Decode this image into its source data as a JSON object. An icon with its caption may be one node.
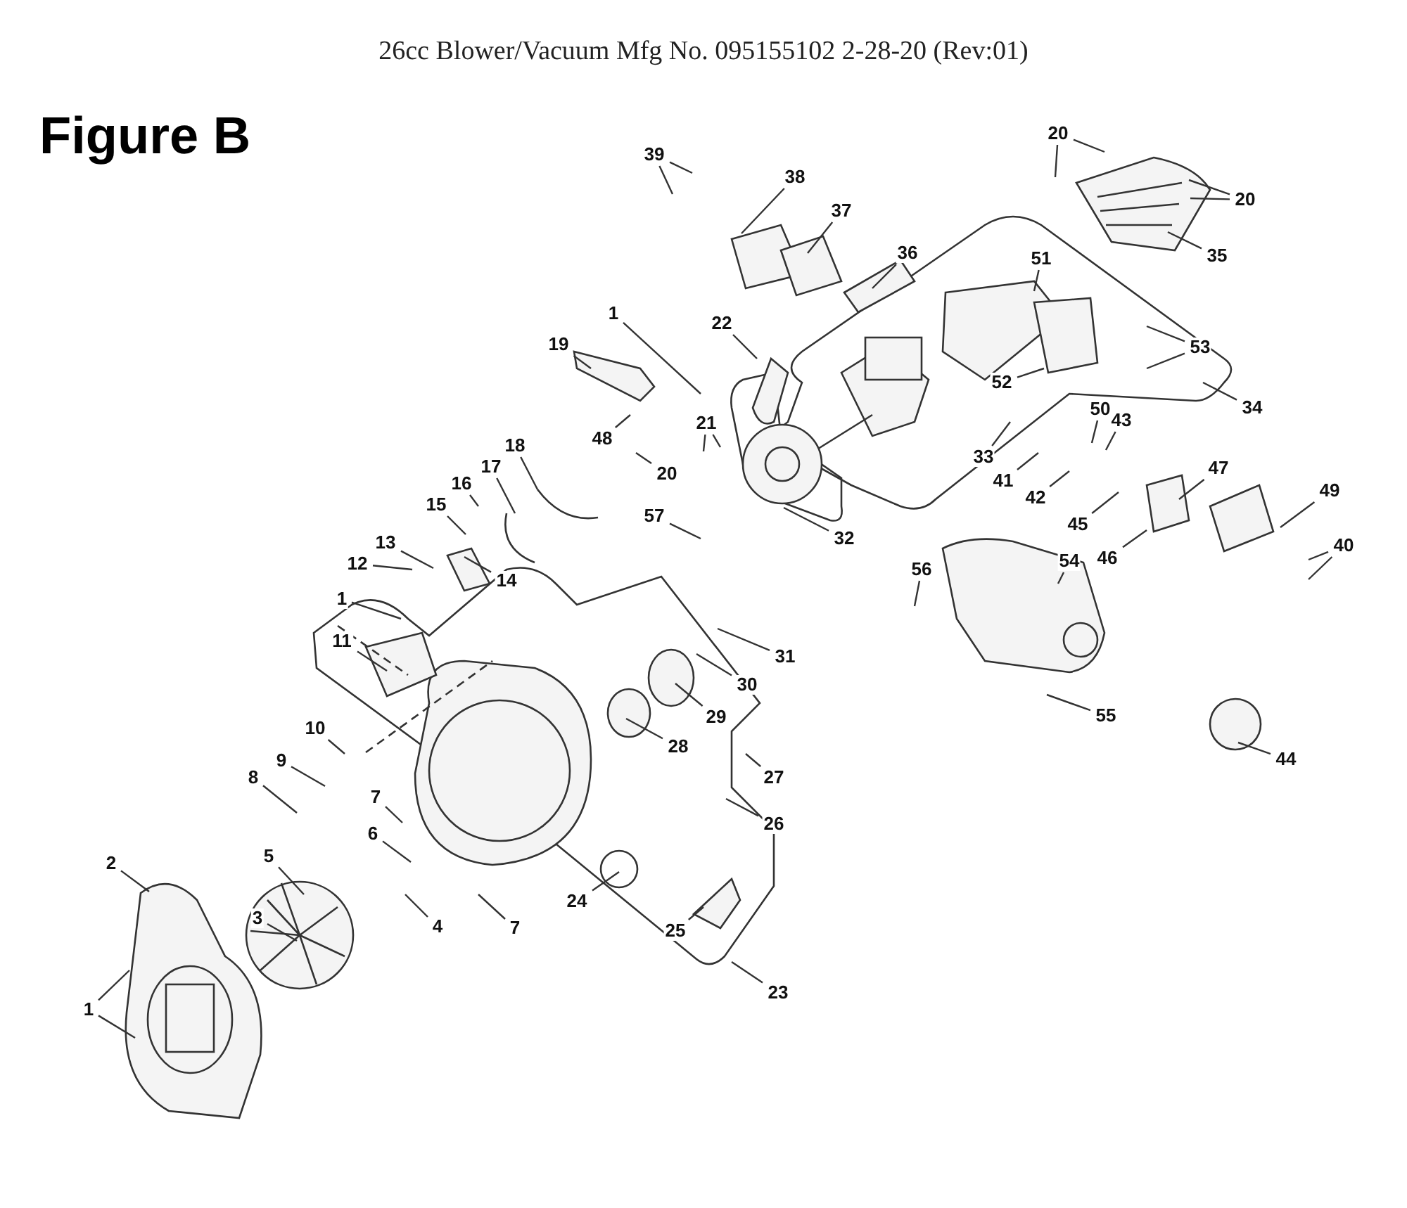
{
  "diagram": {
    "title": "26cc Blower/Vacuum Mfg No. 095155102 2-28-20 (Rev:01)",
    "nodes": [
      {
        "text": [
          "39"
        ]
      },
      {
        "text": [
          "38"
        ]
      },
      {
        "text": [
          "37"
        ]
      },
      {
        "text": [
          "36"
        ]
      },
      {
        "text": [
          "20"
        ]
      },
      {
        "text": [
          "20"
        ]
      },
      {
        "text": [
          "35"
        ]
      },
      {
        "text": [
          "51"
        ]
      },
      {
        "text": [
          "1"
        ]
      },
      {
        "text": [
          "19"
        ]
      },
      {
        "text": [
          "22"
        ]
      },
      {
        "text": [
          "53"
        ]
      },
      {
        "text": [
          "52"
        ]
      },
      {
        "text": [
          "34"
        ]
      },
      {
        "text": [
          "48"
        ]
      },
      {
        "text": [
          "21"
        ]
      },
      {
        "text": [
          "20"
        ]
      },
      {
        "text": [
          "50"
        ]
      },
      {
        "text": [
          "43"
        ]
      },
      {
        "text": [
          "33"
        ]
      },
      {
        "text": [
          "41"
        ]
      },
      {
        "text": [
          "42"
        ]
      },
      {
        "text": [
          "18"
        ]
      },
      {
        "text": [
          "17"
        ]
      },
      {
        "text": [
          "16"
        ]
      },
      {
        "text": [
          "15"
        ]
      },
      {
        "text": [
          "57"
        ]
      },
      {
        "text": [
          "32"
        ]
      },
      {
        "text": [
          "47"
        ]
      },
      {
        "text": [
          "49"
        ]
      },
      {
        "text": [
          "45"
        ]
      },
      {
        "text": [
          "46"
        ]
      },
      {
        "text": [
          "40"
        ]
      },
      {
        "text": [
          "13"
        ]
      },
      {
        "text": [
          "12"
        ]
      },
      {
        "text": [
          "14"
        ]
      },
      {
        "text": [
          "56"
        ]
      },
      {
        "text": [
          "54"
        ]
      },
      {
        "text": [
          "1"
        ]
      },
      {
        "text": [
          "31"
        ]
      },
      {
        "text": [
          "30"
        ]
      },
      {
        "text": [
          "11"
        ]
      },
      {
        "text": [
          "29"
        ]
      },
      {
        "text": [
          "55"
        ]
      },
      {
        "text": [
          "28"
        ]
      },
      {
        "text": [
          "10"
        ]
      },
      {
        "text": [
          "27"
        ]
      },
      {
        "text": [
          "9"
        ]
      },
      {
        "text": [
          "8"
        ]
      },
      {
        "text": [
          "7"
        ]
      },
      {
        "text": [
          "26"
        ]
      },
      {
        "text": [
          "44"
        ]
      },
      {
        "text": [
          "6"
        ]
      },
      {
        "text": [
          "7"
        ]
      },
      {
        "text": [
          "2"
        ]
      },
      {
        "text": [
          "5"
        ]
      },
      {
        "text": [
          "24"
        ]
      },
      {
        "text": [
          "4"
        ]
      },
      {
        "text": [
          "3"
        ]
      },
      {
        "text": [
          "25"
        ]
      },
      {
        "text": [
          "1"
        ]
      },
      {
        "text": [
          "23"
        ]
      }
    ],
    "edges": [
      {
        "from": 0,
        "to": null,
        "arrow": "none"
      },
      {
        "from": 0,
        "to": null,
        "arrow": "none"
      },
      {
        "from": 1,
        "to": null,
        "arrow": "none"
      },
      {
        "from": 2,
        "to": null,
        "arrow": "none"
      },
      {
        "from": 3,
        "to": null,
        "arrow": "none"
      },
      {
        "from": 4,
        "to": null,
        "arrow": "none"
      },
      {
        "from": 4,
        "to": null,
        "arrow": "none"
      },
      {
        "from": 5,
        "to": null,
        "arrow": "none"
      },
      {
        "from": 5,
        "to": null,
        "arrow": "none"
      },
      {
        "from": 6,
        "to": null,
        "arrow": "none"
      },
      {
        "from": 7,
        "to": null,
        "arrow": "none"
      },
      {
        "from": 8,
        "to": null,
        "arrow": "none"
      },
      {
        "from": 9,
        "to": null,
        "arrow": "none"
      },
      {
        "from": 10,
        "to": null,
        "arrow": "none"
      },
      {
        "from": 11,
        "to": null,
        "arrow": "none"
      },
      {
        "from": 11,
        "to": null,
        "arrow": "none"
      },
      {
        "from": 12,
        "to": null,
        "arrow": "none"
      },
      {
        "from": 13,
        "to": null,
        "arrow": "none"
      },
      {
        "from": 14,
        "to": null,
        "arrow": "none"
      },
      {
        "from": 15,
        "to": null,
        "arrow": "none"
      },
      {
        "from": 15,
        "to": null,
        "arrow": "none"
      },
      {
        "from": 16,
        "to": null,
        "arrow": "none"
      },
      {
        "from": 17,
        "to": null,
        "arrow": "none"
      },
      {
        "from": 18,
        "to": null,
        "arrow": "none"
      },
      {
        "from": 19,
        "to": null,
        "arrow": "none"
      },
      {
        "from": 20,
        "to": null,
        "arrow": "none"
      },
      {
        "from": 21,
        "to": null,
        "arrow": "none"
      },
      {
        "from": 22,
        "to": null,
        "arrow": "none"
      },
      {
        "from": 23,
        "to": null,
        "arrow": "none"
      },
      {
        "from": 24,
        "to": null,
        "arrow": "none"
      },
      {
        "from": 25,
        "to": null,
        "arrow": "none"
      },
      {
        "from": 26,
        "to": null,
        "arrow": "none"
      },
      {
        "from": 27,
        "to": null,
        "arrow": "none"
      },
      {
        "from": 28,
        "to": null,
        "arrow": "none"
      },
      {
        "from": 29,
        "to": null,
        "arrow": "none"
      },
      {
        "from": 30,
        "to": null,
        "arrow": "none"
      },
      {
        "from": 31,
        "to": null,
        "arrow": "none"
      },
      {
        "from": 32,
        "to": null,
        "arrow": "none"
      },
      {
        "from": 32,
        "to": null,
        "arrow": "none"
      },
      {
        "from": 33,
        "to": null,
        "arrow": "none"
      },
      {
        "from": 34,
        "to": null,
        "arrow": "none"
      },
      {
        "from": 35,
        "to": null,
        "arrow": "none"
      },
      {
        "from": 36,
        "to": null,
        "arrow": "none"
      },
      {
        "from": 37,
        "to": null,
        "arrow": "none"
      },
      {
        "from": 38,
        "to": null,
        "arrow": "none"
      },
      {
        "from": 39,
        "to": null,
        "arrow": "none"
      },
      {
        "from": 40,
        "to": null,
        "arrow": "none"
      },
      {
        "from": 41,
        "to": null,
        "arrow": "none"
      },
      {
        "from": 42,
        "to": null,
        "arrow": "none"
      },
      {
        "from": 43,
        "to": null,
        "arrow": "none"
      },
      {
        "from": 44,
        "to": null,
        "arrow": "none"
      },
      {
        "from": 45,
        "to": null,
        "arrow": "none"
      },
      {
        "from": 46,
        "to": null,
        "arrow": "none"
      },
      {
        "from": 47,
        "to": null,
        "arrow": "none"
      },
      {
        "from": 48,
        "to": null,
        "arrow": "none"
      },
      {
        "from": 49,
        "to": null,
        "arrow": "none"
      },
      {
        "from": 50,
        "to": null,
        "arrow": "none"
      },
      {
        "from": 51,
        "to": null,
        "arrow": "none"
      },
      {
        "from": 52,
        "to": null,
        "arrow": "none"
      },
      {
        "from": 53,
        "to": null,
        "arrow": "none"
      },
      {
        "from": 54,
        "to": null,
        "arrow": "none"
      },
      {
        "from": 55,
        "to": null,
        "arrow": "none"
      },
      {
        "from": 56,
        "to": null,
        "arrow": "none"
      },
      {
        "from": 57,
        "to": null,
        "arrow": "none"
      },
      {
        "from": 58,
        "to": null,
        "arrow": "none"
      },
      {
        "from": 59,
        "to": null,
        "arrow": "none"
      },
      {
        "from": 60,
        "to": null,
        "arrow": "none"
      },
      {
        "from": 60,
        "to": null,
        "arrow": "none"
      },
      {
        "from": 61,
        "to": null,
        "arrow": "none"
      }
    ],
    "labels": [
      "Figure B"
    ]
  }
}
